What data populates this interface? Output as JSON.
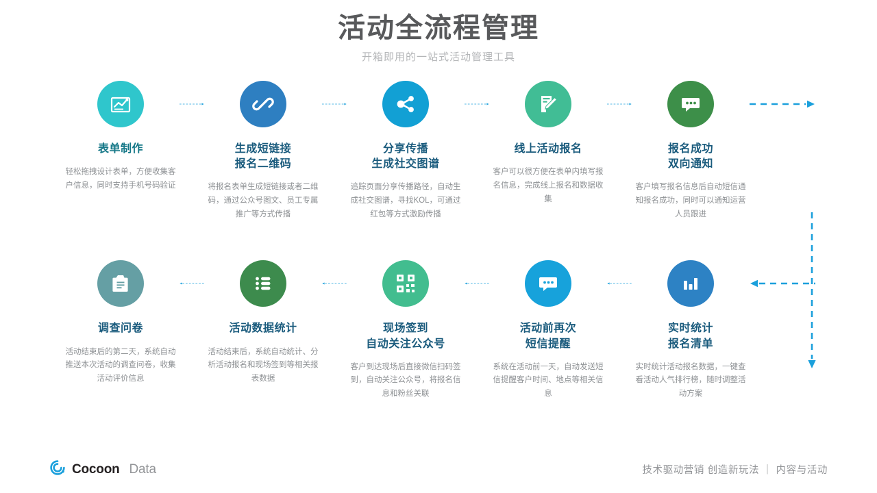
{
  "header": {
    "title": "活动全流程管理",
    "subtitle": "开箱即用的一站式活动管理工具"
  },
  "flow": {
    "row1": [
      {
        "icon": "image-chart-icon",
        "color": "#2FC6CC",
        "title": "表单制作",
        "desc": "轻松拖拽设计表单，方便收集客户信息，同时支持手机号码验证"
      },
      {
        "icon": "link-chain-icon",
        "color": "#2E7FC1",
        "title": "生成短链接\n报名二维码",
        "desc": "将报名表单生成短链接或者二维码，通过公众号图文、员工专属推广等方式传播"
      },
      {
        "icon": "share-network-icon",
        "color": "#12A0D4",
        "title": "分享传播\n生成社交图谱",
        "desc": "追踪页面分享传播路径，自动生成社交图谱，寻找KOL，可通过红包等方式激励传播"
      },
      {
        "icon": "form-edit-icon",
        "color": "#41BD95",
        "title": "线上活动报名",
        "desc": "客户可以很方便在表单内填写报名信息，完成线上报名和数据收集"
      },
      {
        "icon": "chat-bubble-icon",
        "color": "#3D8F49",
        "title": "报名成功\n双向通知",
        "desc": "客户填写报名信息后自动短信通知报名成功，同时可以通知运营人员跟进"
      }
    ],
    "row2": [
      {
        "icon": "clipboard-icon",
        "color": "#659FA4",
        "title": "调查问卷",
        "desc": "活动结束后的第二天，系统自动推送本次活动的调查问卷，收集活动评价信息"
      },
      {
        "icon": "list-icon",
        "color": "#3D8B4D",
        "title": "活动数据统计",
        "desc": "活动结束后，系统自动统计、分析活动报名和现场签到等相关报表数据"
      },
      {
        "icon": "qr-code-icon",
        "color": "#42BD8F",
        "title": "现场签到\n自动关注公众号",
        "desc": "客户到达现场后直接微信扫码签到，自动关注公众号，将报名信息和粉丝关联"
      },
      {
        "icon": "chat-bubble-icon",
        "color": "#17A2DB",
        "title": "活动前再次\n短信提醒",
        "desc": "系统在活动前一天，自动发送短信提醒客户时间、地点等相关信息"
      },
      {
        "icon": "bar-chart-icon",
        "color": "#2D82C4",
        "title": "实时统计\n报名清单",
        "desc": "实时统计活动报名数据，一键查看活动人气排行榜，随时调整活动方案"
      }
    ],
    "arrow_color": "#1BA0DC"
  },
  "footer": {
    "brand_name": "Cocoon",
    "brand_sub": "Data",
    "logo_color": "#1BA0DC",
    "tagline": "技术驱动营销 创造新玩法 ｜ 内容与活动"
  }
}
